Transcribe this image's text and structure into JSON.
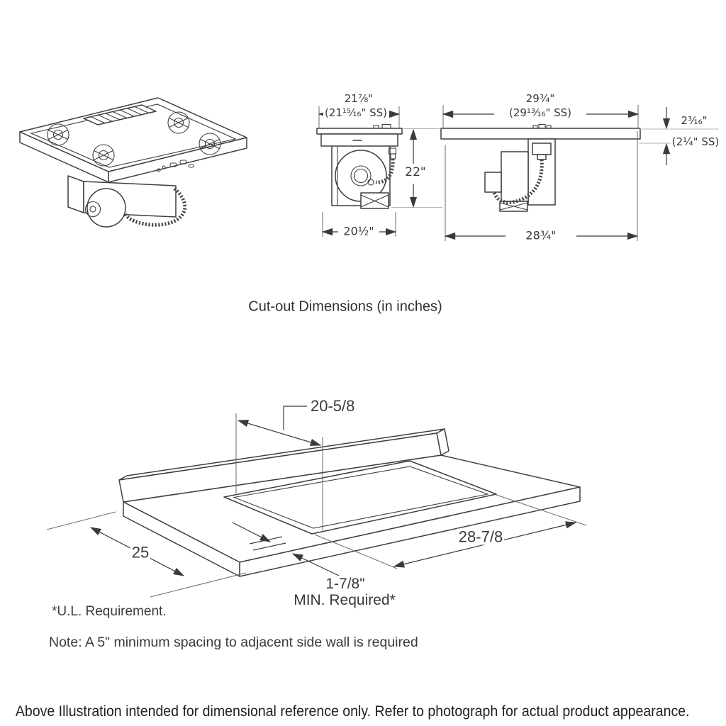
{
  "title": "Cut-out Dimensions (in inches)",
  "side_view": {
    "width": "21⅞\"",
    "width_ss": "(21¹⁵⁄₁₆\" SS)",
    "height": "22\"",
    "cutout_width": "20½\""
  },
  "front_view": {
    "width": "29¾\"",
    "width_ss": "(29¹³⁄₁₆\" SS)",
    "thickness": "2³⁄₁₆\"",
    "thickness_ss": "(2¼\" SS)",
    "cutout_width": "28¾\""
  },
  "countertop": {
    "cutout_depth": "20-5/8",
    "counter_depth": "25",
    "cutout_width": "28-7/8",
    "front_clearance": "1-7/8\"",
    "clearance_note": "MIN. Required*"
  },
  "footnotes": {
    "ul_requirement": "*U.L. Requirement.",
    "side_wall_note": "Note: A 5\" minimum spacing to adjacent side wall is required",
    "disclaimer": "Above Illustration intended for dimensional reference only. Refer to photograph for actual product appearance."
  }
}
